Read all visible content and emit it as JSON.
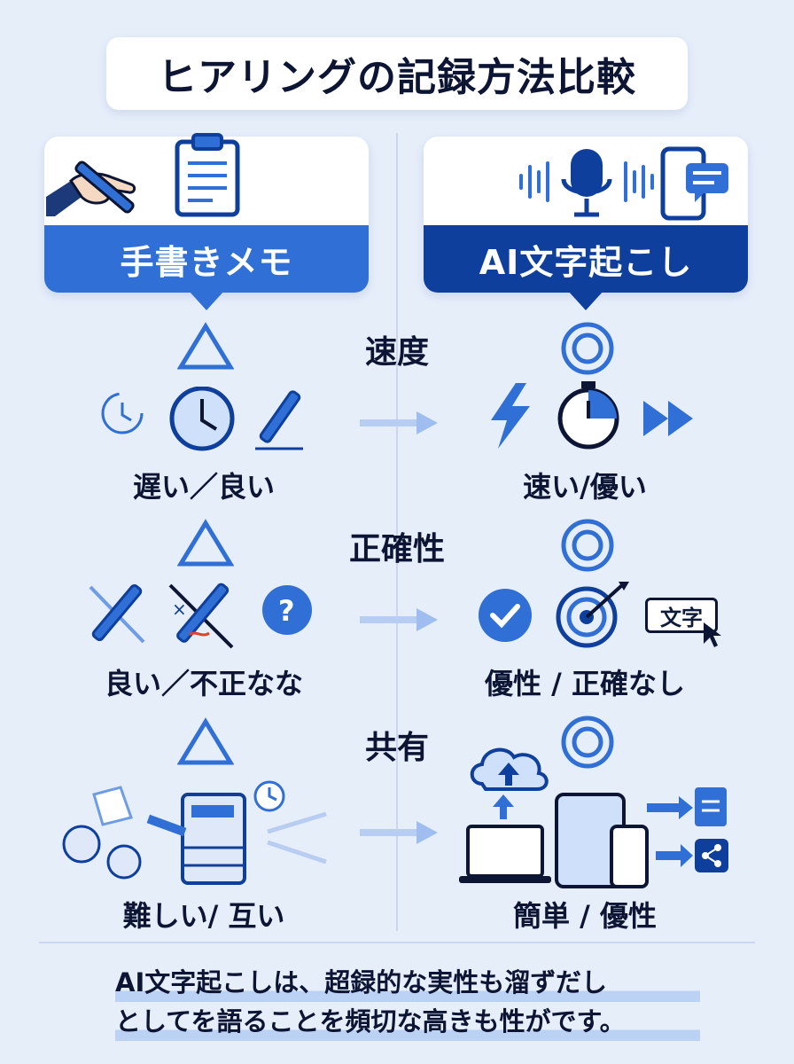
{
  "title": "ヒアリングの記録方法比較",
  "left_card": {
    "label": "手書きメモ"
  },
  "right_card": {
    "label": "AI文字起こし"
  },
  "rows": [
    {
      "criterion": "速度",
      "left_mark": "△",
      "right_mark": "◎",
      "left_label": "遅い／良い",
      "right_label": "速い/優い"
    },
    {
      "criterion": "正確性",
      "left_mark": "△",
      "right_mark": "◎",
      "left_label": "良い／不正なな",
      "right_label": "優性 / 正確なし"
    },
    {
      "criterion": "共有",
      "left_mark": "△",
      "right_mark": "◎",
      "left_label": "難しい/ 互い",
      "right_label": "簡単 / 優性"
    }
  ],
  "moji_box": "文字",
  "footer": {
    "line1": "AI文字起こしは、超録的な実性も溜ずだし",
    "line2": "としてを語ることを頻切な高きも性がです。"
  },
  "colors": {
    "primary": "#2f6fd6",
    "navy": "#0e3f9c",
    "background": "#e6eefa",
    "pale_arrow": "#b7cdf2"
  }
}
